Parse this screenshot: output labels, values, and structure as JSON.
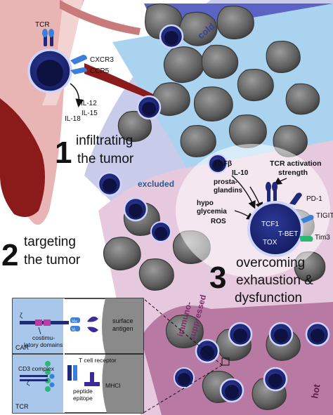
{
  "colors": {
    "vessel": "#8b1a1a",
    "vessel_light": "#e8b4b4",
    "cold_zone": "#5b63c4",
    "excluded_zone": "#a9d3ef",
    "hot_zone": "#b87aa2",
    "immuno_zone": "#d8bcd4",
    "tcell": "#1f2a7a",
    "receptor": "#3a7fd9",
    "tumor": "#6f6f6f",
    "tim3": "#2bb673"
  },
  "icons": [
    "t-cell-icon",
    "tumor-cell-icon",
    "receptor-icon",
    "arrow-icon"
  ],
  "zones": {
    "cold": "cold",
    "excluded": "excluded",
    "immunosuppressed": "immuno-\nsuppressed",
    "hot": "hot"
  },
  "steps": [
    {
      "number": "1",
      "line1": "infiltrating",
      "line2": "the tumor"
    },
    {
      "number": "2",
      "line1": "targeting",
      "line2": "the tumor"
    },
    {
      "number": "3",
      "line1": "overcoming",
      "line2": "exhaustion &",
      "line3": "dysfunction"
    }
  ],
  "tcell_top": {
    "tcr": "TCR",
    "cxcr3": "CXCR3",
    "ccr5": "CCR5",
    "il12": "IL-12",
    "il15": "IL-15",
    "il18": "IL-18"
  },
  "factors": {
    "tgfb": "TGFβ",
    "il10": "IL-10",
    "prostaglandins": "prosta-\nglandins",
    "tcr_activation": "TCR activation\nstrength",
    "hypoglycemia": "hypo\nglycemia",
    "ros": "ROS"
  },
  "exhausted_cell": {
    "pd1": "PD-1",
    "tigit": "TIGIT",
    "tim3": "Tim3",
    "tcf1": "TCF1",
    "tbet": "T-BET",
    "tox": "TOX"
  },
  "inset": {
    "zeta": "ζ",
    "vh": "VH",
    "vl": "VL",
    "surface_antigen": "surface\nantigen",
    "costim": "costimu-\nlatory domains",
    "car": "CAR",
    "cd3_complex": "CD3 complex",
    "tcell_receptor": "T cell receptor",
    "peptide_epitope": "peptide\nepitope",
    "mhci": "MHCI",
    "tcr": "TCR"
  }
}
